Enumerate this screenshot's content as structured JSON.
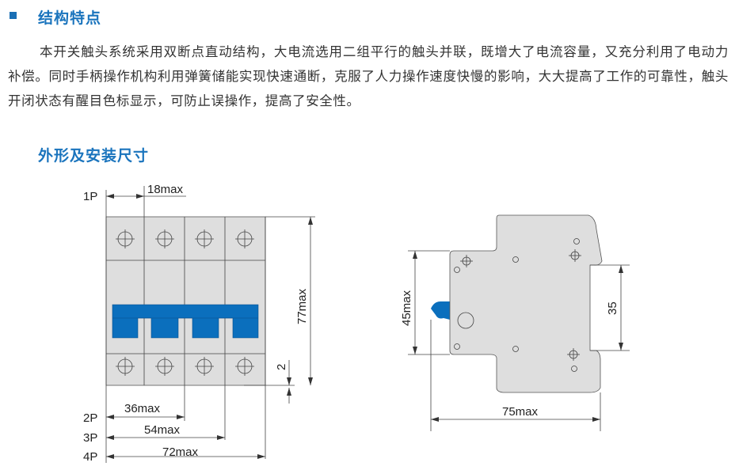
{
  "section1": {
    "title": "结构特点",
    "body": "本开关触头系统采用双断点直动结构，大电流选用二组平行的触头并联，既增大了电流容量，又充分利用了电动力补偿。同时手柄操作机构利用弹簧储能实现快速通断，克服了人力操作速度快慢的影响，大大提高了工作的可靠性，触头开闭状态有醒目色标显示，可防止误操作，提高了安全性。"
  },
  "section2": {
    "title": "外形及安装尺寸"
  },
  "front_view": {
    "pole_labels": [
      "1P",
      "2P",
      "3P",
      "4P"
    ],
    "dims": {
      "single": "18max",
      "two": "36max",
      "three": "54max",
      "four": "72max",
      "height": "77max",
      "offset": "2"
    }
  },
  "side_view": {
    "dims": {
      "depth": "45max",
      "rail": "35",
      "width": "75max"
    }
  },
  "colors": {
    "accent": "#1a74bd",
    "handle": "#0b6fbd",
    "body": "#dedede"
  }
}
